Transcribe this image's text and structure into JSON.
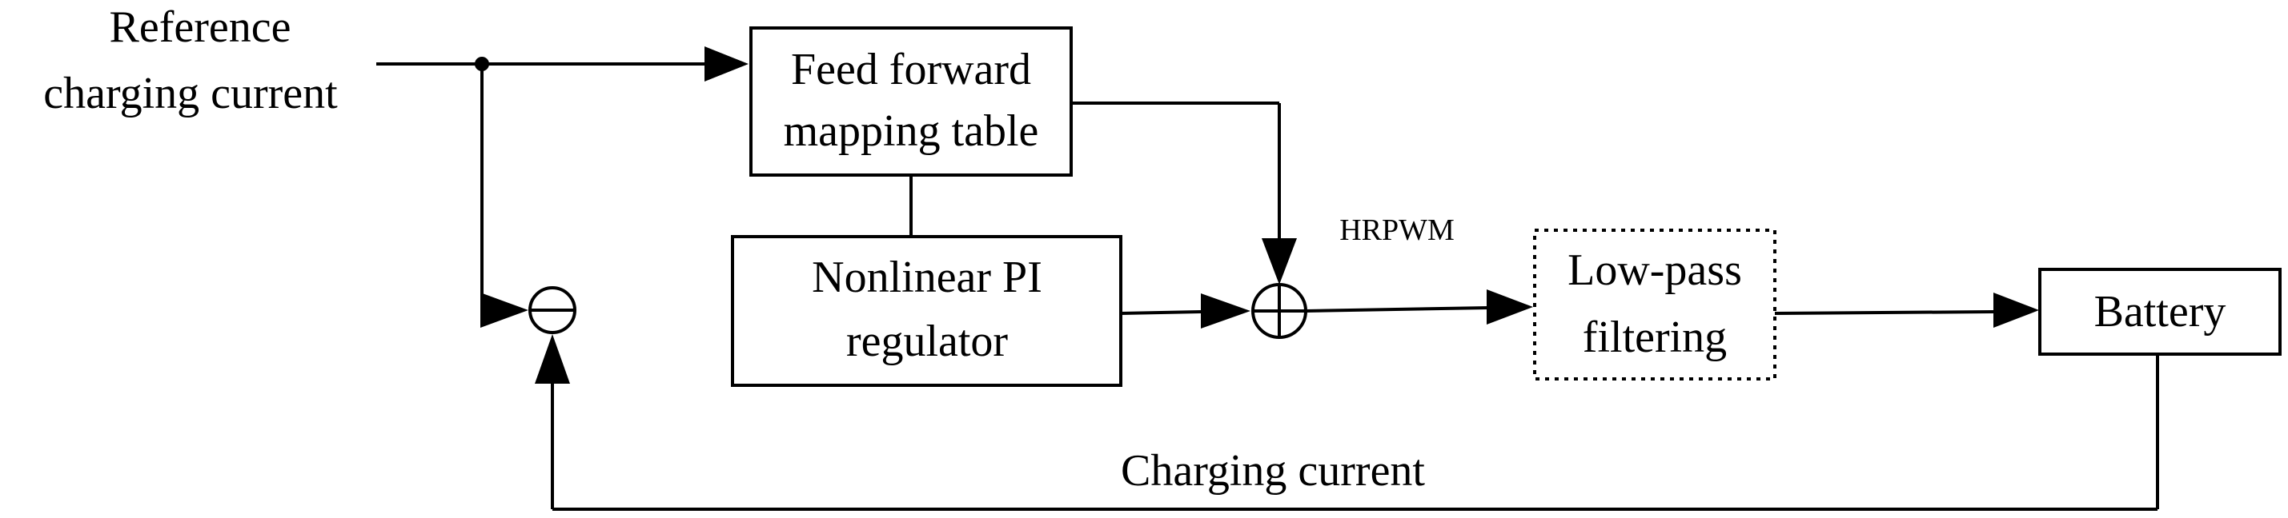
{
  "input": {
    "line1": "Reference",
    "line2": "charging current"
  },
  "blocks": {
    "feedforward": {
      "line1": "Feed forward",
      "line2": "mapping table"
    },
    "pi": {
      "line1": "Nonlinear PI",
      "line2": "regulator"
    },
    "lowpass": {
      "line1": "Low-pass",
      "line2": "filtering"
    },
    "battery": {
      "label": "Battery"
    }
  },
  "signals": {
    "hrpwm": "HRPWM",
    "feedback": "Charging current"
  },
  "junctions": {
    "subtract": "minus",
    "add": "plus"
  }
}
